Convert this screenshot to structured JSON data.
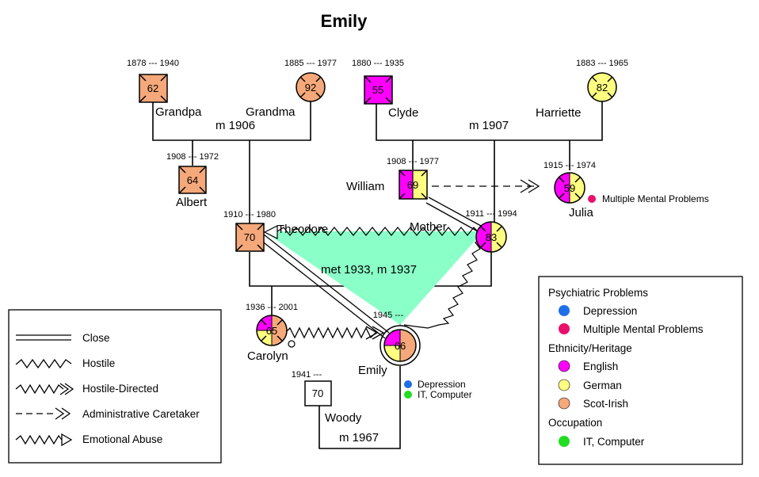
{
  "title": "Emily",
  "colors": {
    "english": "#ff00ff",
    "german": "#ffff80",
    "scot_irish": "#f5a87a",
    "depression": "#1f6fe8",
    "multiple_mental": "#e8106a",
    "it_computer": "#22dd22",
    "emotional_abuse_fill": "#8affc8"
  },
  "people": {
    "grandpa": {
      "name": "Grandpa",
      "dates": "1878 --- 1940",
      "age": "62"
    },
    "grandma": {
      "name": "Grandma",
      "dates": "1885 --- 1977",
      "age": "92"
    },
    "clyde": {
      "name": "Clyde",
      "dates": "1880 --- 1935",
      "age": "55"
    },
    "harriette": {
      "name": "Harriette",
      "dates": "1883 --- 1965",
      "age": "82"
    },
    "albert": {
      "name": "Albert",
      "dates": "1908 --- 1972",
      "age": "64"
    },
    "william": {
      "name": "William",
      "dates": "1908 --- 1977",
      "age": "69"
    },
    "julia": {
      "name": "Julia",
      "dates": "1915 --- 1974",
      "age": "59"
    },
    "theodore": {
      "name": "Theodore",
      "dates": "1910 --- 1980",
      "age": "70"
    },
    "mother": {
      "name": "Mother",
      "dates": "1911 --- 1994",
      "age": "83"
    },
    "carolyn": {
      "name": "Carolyn",
      "dates": "1936 --- 2001",
      "age": "65"
    },
    "emily": {
      "name": "Emily",
      "dates": "1945 ---",
      "age": "66"
    },
    "woody": {
      "name": "Woody",
      "dates": "1941 ---",
      "age": "70"
    }
  },
  "relationships": {
    "grandparents": "m 1906",
    "clyde_harriette": "m 1907",
    "parents": "met 1933, m 1937",
    "emily_woody": "m 1967"
  },
  "annotations": {
    "julia_problem": "Multiple Mental Problems",
    "emily_depression": "Depression",
    "emily_occupation": "IT, Computer"
  },
  "relation_legend": {
    "close": "Close",
    "hostile": "Hostile",
    "hostile_directed": "Hostile-Directed",
    "admin_caretaker": "Administrative Caretaker",
    "emotional_abuse": "Emotional Abuse"
  },
  "attribute_legend": {
    "psychiatric_title": "Psychiatric Problems",
    "depression": "Depression",
    "multiple_mental": "Multiple Mental Problems",
    "ethnicity_title": "Ethnicity/Heritage",
    "english": "English",
    "german": "German",
    "scot_irish": "Scot-Irish",
    "occupation_title": "Occupation",
    "it_computer": "IT, Computer"
  }
}
